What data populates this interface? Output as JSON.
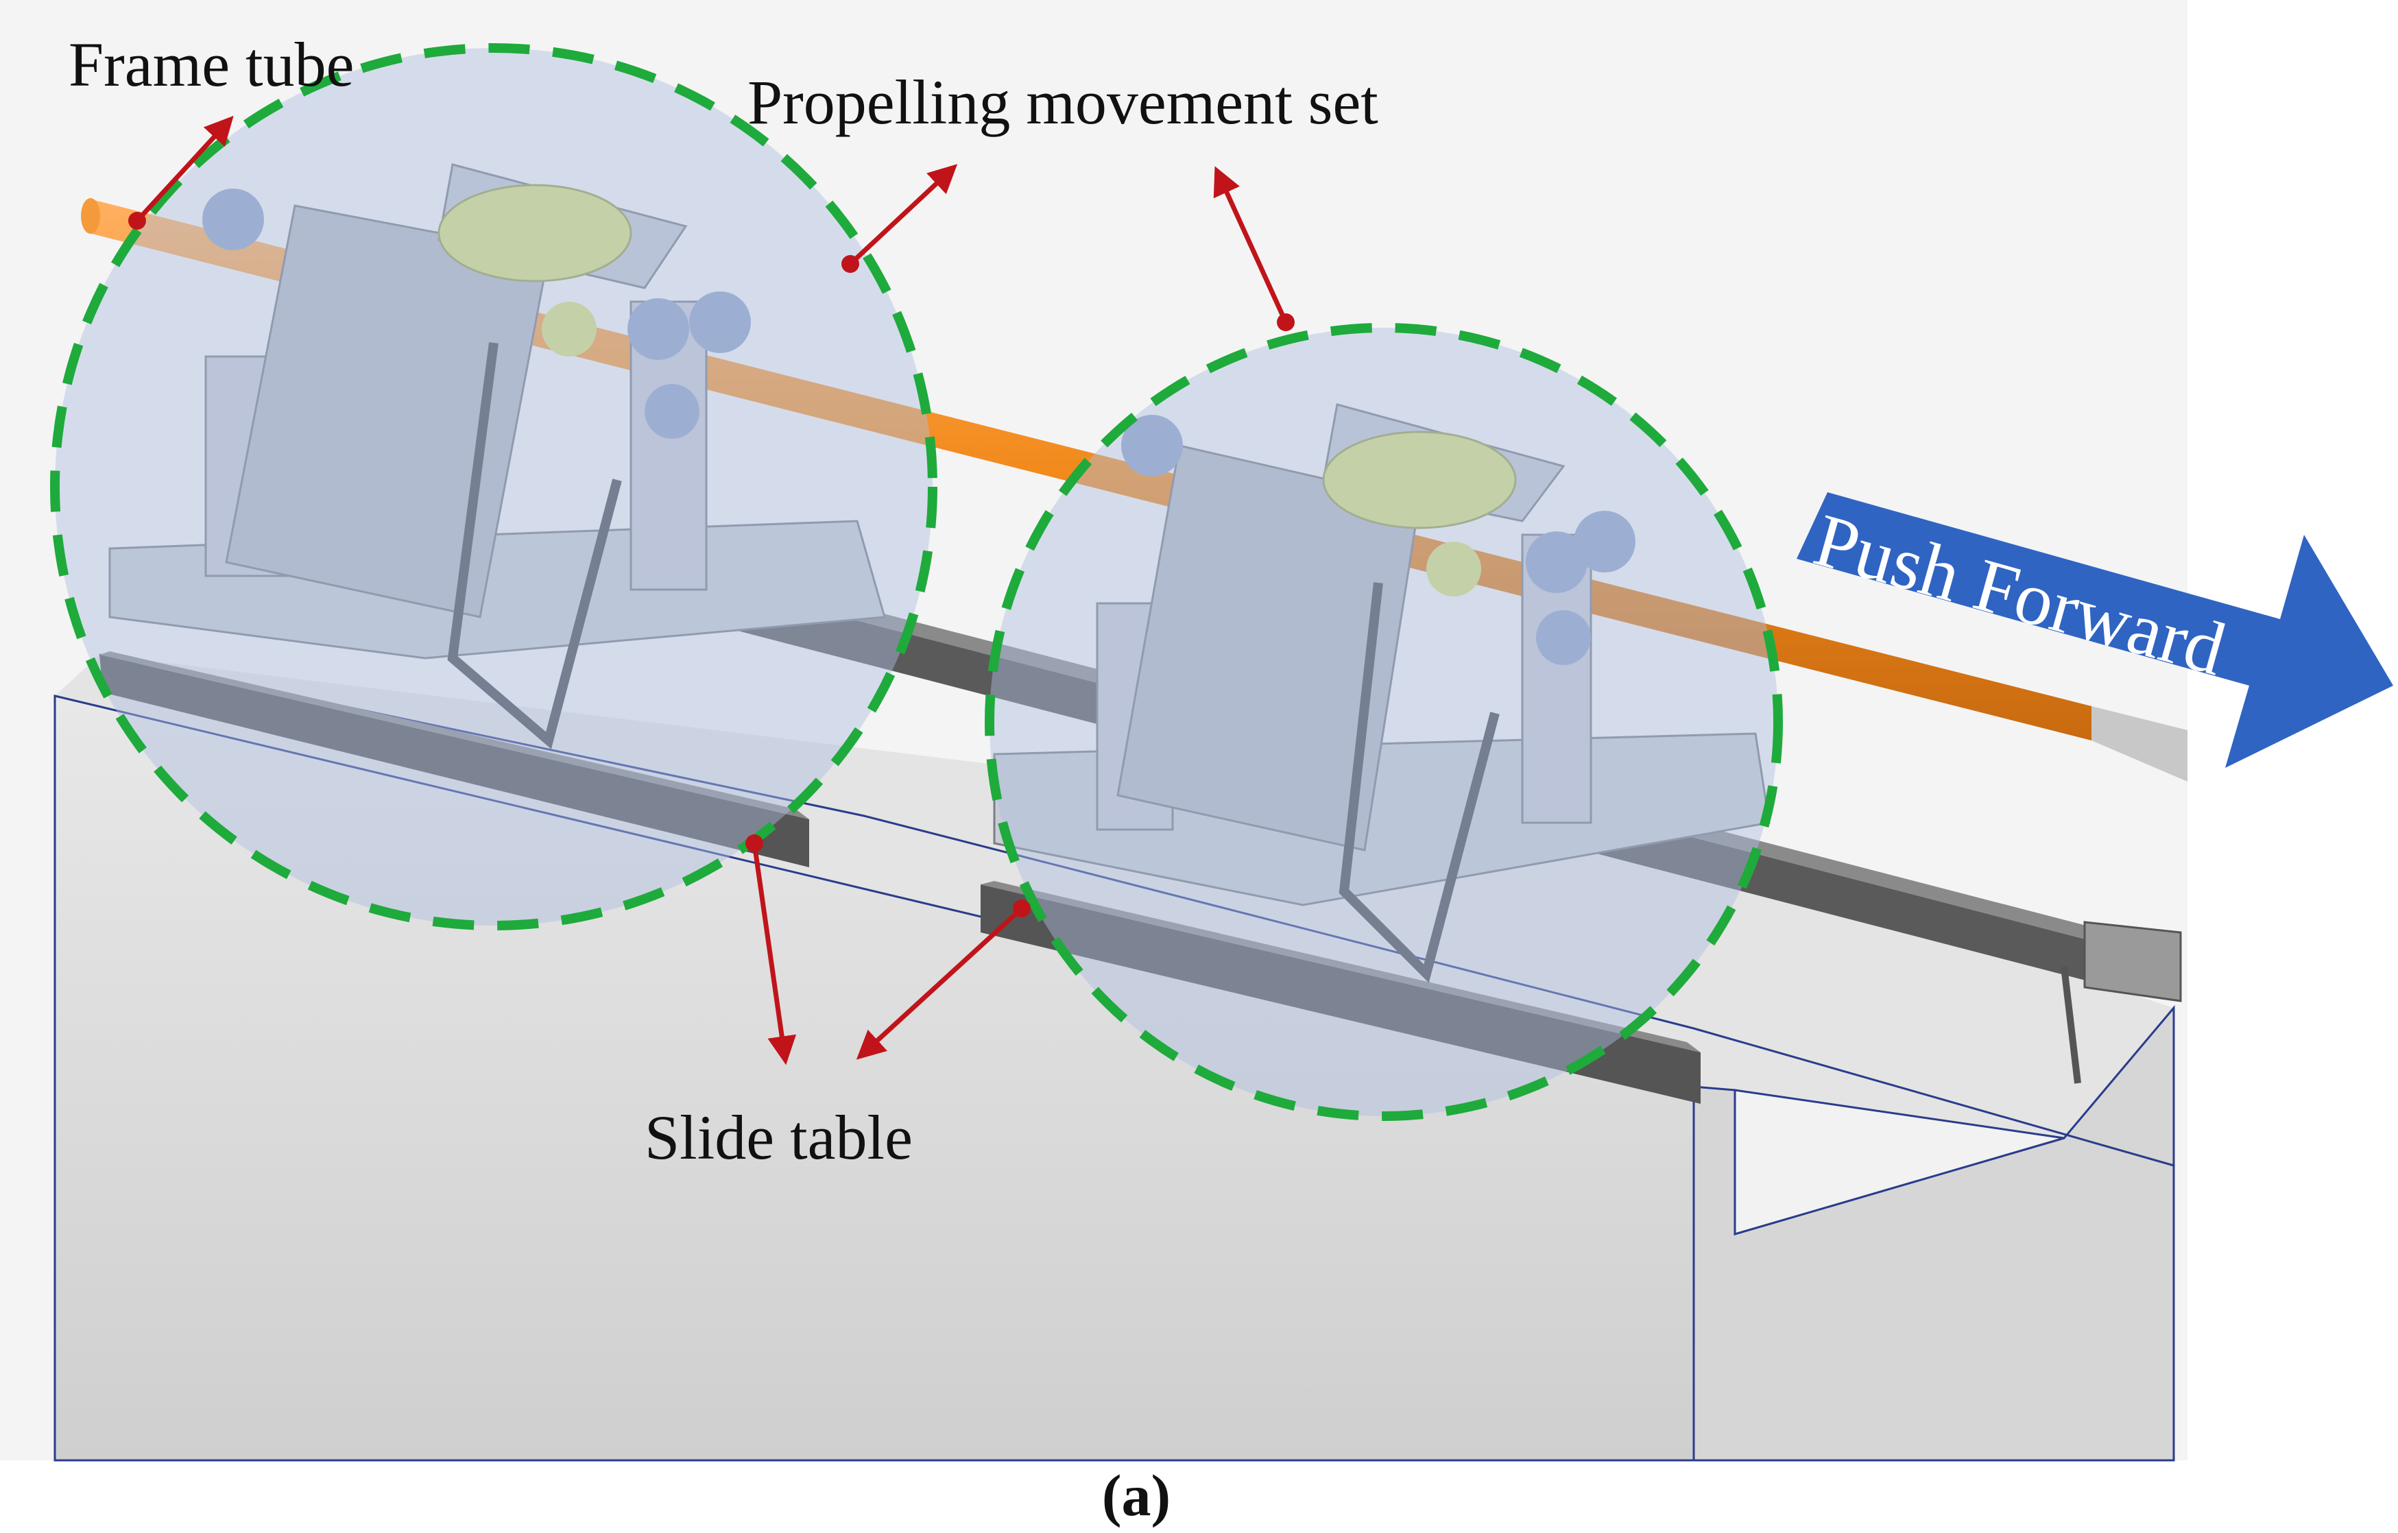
{
  "labels": {
    "frame_tube": "Frame tube",
    "propelling_movement_set": "Propelling movement set",
    "push_forward": "Push Forward",
    "slide_table": "Slide table",
    "caption": "(a)"
  },
  "colors": {
    "highlight_circle": "#1faa3c",
    "annotation_arrow": "#c0141a",
    "push_arrow": "#2f64c2",
    "frame_tube": "#f28a1c",
    "base_block": "#dcdcdc",
    "block_edge": "#2a3c8c",
    "rail": "#5a5a5a",
    "mechanism_body": "#b8bcc6",
    "rollers": "#8fa3c8",
    "yellow_drum": "#d8e07a"
  }
}
